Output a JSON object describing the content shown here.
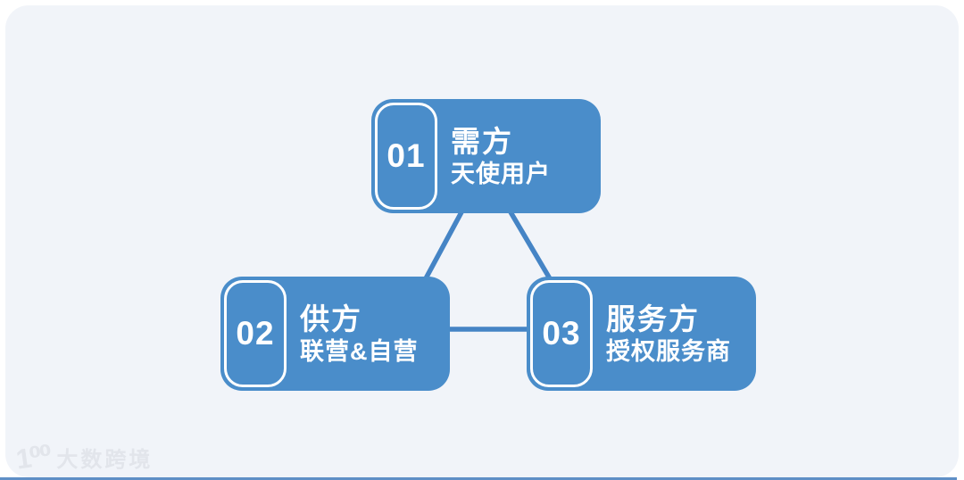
{
  "canvas": {
    "card_background": "#f1f4f9",
    "page_background": "#ffffff",
    "node_blue": "#4a8dca",
    "line_blue": "#4584c5",
    "text_white": "#ffffff",
    "watermark_gray": "#e2e5eb"
  },
  "diagram": {
    "type": "triangle-relationship",
    "nodes": [
      {
        "number": "01",
        "title": "需方",
        "subtitle": "天使用户"
      },
      {
        "number": "02",
        "title": "供方",
        "subtitle": "联营&自营"
      },
      {
        "number": "03",
        "title": "服务方",
        "subtitle": "授权服务商"
      }
    ],
    "connections": [
      {
        "from": "01",
        "to": "02"
      },
      {
        "from": "01",
        "to": "03"
      },
      {
        "from": "02",
        "to": "03"
      }
    ]
  },
  "watermark": {
    "logo_mark": "1⁰⁰",
    "brand": "大数跨境"
  }
}
